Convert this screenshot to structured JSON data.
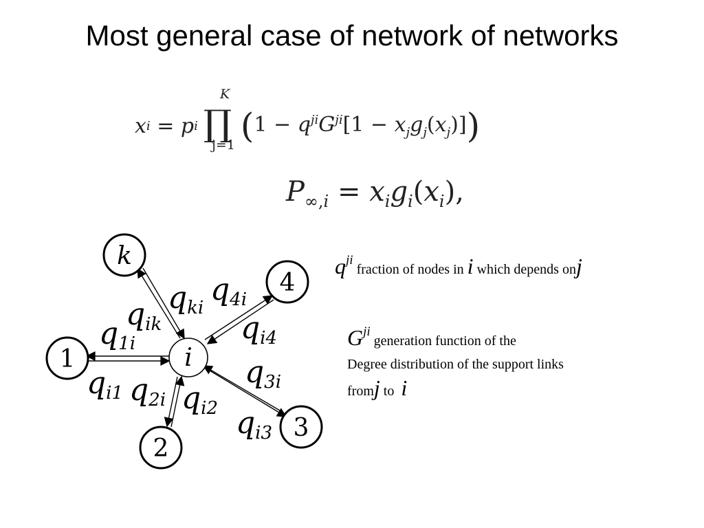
{
  "title": "Most general case of network of networks",
  "equations": {
    "eq1": {
      "lhs": "x",
      "lhs_sub": "i",
      "p": "p",
      "p_sub": "i",
      "prod": "∏",
      "upper": "K",
      "lower": "j=1",
      "body": "1 − q^{ji}G^{ji}[1 − x_j g_j(x_j)]"
    },
    "eq2": "P∞,i = x_i g_i(x_i),"
  },
  "diagram": {
    "center_label": "i",
    "nodes": [
      "k",
      "4",
      "1",
      "3",
      "2"
    ],
    "edge_labels": {
      "qki": [
        "q",
        "ki"
      ],
      "q4i": [
        "q",
        "4i"
      ],
      "qik": [
        "q",
        "ik"
      ],
      "qi4": [
        "q",
        "i4"
      ],
      "q1i": [
        "q",
        "1i"
      ],
      "qi1": [
        "q",
        "i1"
      ],
      "q2i": [
        "q",
        "2i"
      ],
      "qi2": [
        "q",
        "i2"
      ],
      "q3i": [
        "q",
        "3i"
      ],
      "qi3": [
        "q",
        "i3"
      ]
    }
  },
  "notes": {
    "q_symbol": "q",
    "q_sup": "ji",
    "q_text": "fraction of nodes in",
    "i_symbol": "i",
    "depends_text": "which depends on",
    "j_symbol": "j",
    "g_symbol": "G",
    "g_sup": "ji",
    "g_text": "generation function of the",
    "degree_text": "Degree distribution of the support links",
    "from_text": "from",
    "to_text": "to"
  }
}
